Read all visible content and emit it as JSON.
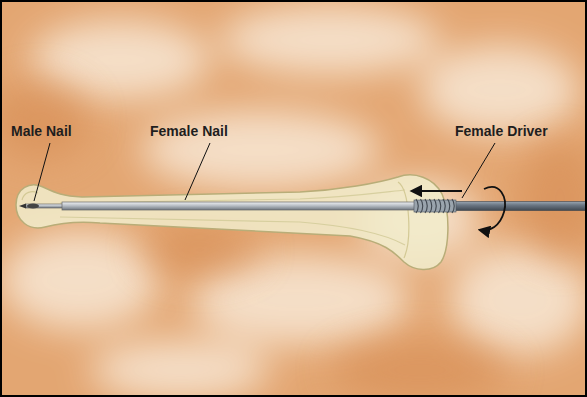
{
  "diagram": {
    "labels": [
      "Male Nail",
      "Female Nail",
      "Female Driver"
    ]
  }
}
